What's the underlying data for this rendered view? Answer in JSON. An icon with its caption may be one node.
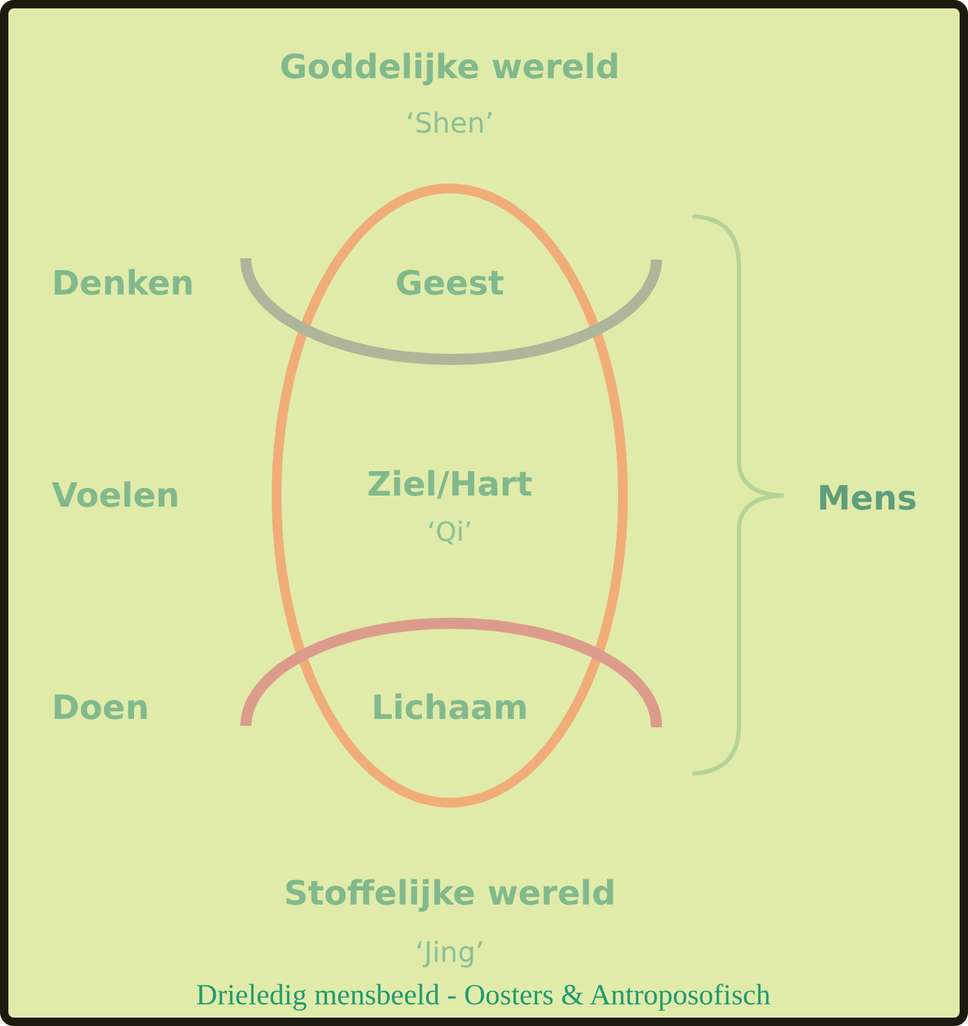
{
  "diagram": {
    "caption": "Drieledig mensbeeld - Oosters & Antroposofisch",
    "nodes": [
      {
        "text": [
          "Geest",
          "Ziel/Hart",
          "‘Qi’",
          "Lichaam"
        ]
      }
    ],
    "labels": [
      "Goddelijke wereld",
      "‘Shen’",
      "Denken",
      "Voelen",
      "Mens",
      "Doen",
      "Stoffelijke wereld",
      "‘Jing’"
    ]
  }
}
